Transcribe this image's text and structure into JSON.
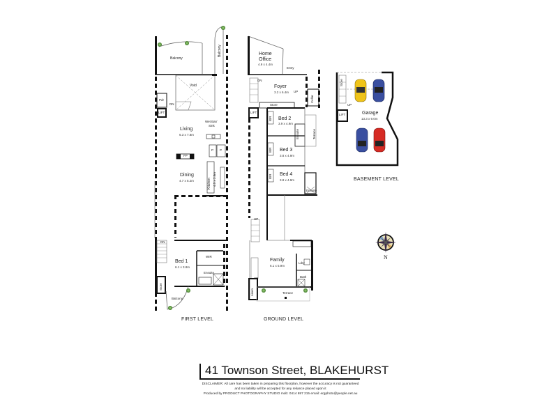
{
  "property": {
    "address": "41 Townson Street, BLAKEHURST",
    "disclaimer_line1": "DISCLAIMER: All care has been taken in preparing this floorplan, however the accuracy is not guaranteed",
    "disclaimer_line2": "and no liability will be accepted for any reliance placed upon it",
    "credit": "Produced by PRODUCT PHOTOGRAPHY STUDIO mob: 0414 697 215 email: ergphoto@people.net.au"
  },
  "levels": {
    "first": {
      "label": "FIRST LEVEL",
      "rooms": {
        "balcony_top": "Balcony",
        "balcony_side": "Balcony",
        "void": "Void",
        "pdr": "Pdr",
        "lift": "LIFT",
        "dn_top": "DN",
        "living": "Living",
        "living_dim": "6.3 x 7.8m",
        "wet_bar": "Wet Bar/",
        "wet_bar2": "Sink",
        "fp": "FP",
        "p1": "P",
        "p2": "P",
        "dining": "Dining",
        "dining_dim": "4.7 x 5.2m",
        "kitchen": "Kitchen",
        "kitchen_dim": "4.5 x 2.8m",
        "dn_bottom": "DN",
        "bed1": "Bed 1",
        "bed1_dim": "6.1 x 3.8m",
        "wir": "WIR",
        "ensuite": "Ensuite",
        "store": "Store",
        "balcony_bottom": "Balcony"
      }
    },
    "ground": {
      "label": "GROUND LEVEL",
      "rooms": {
        "home_office": "Home",
        "home_office2": "Office",
        "home_office_dim": "4.9 x 4.4m",
        "entry": "Entry",
        "foyer": "Foyer",
        "foyer_dim": "3.2 x 6.4m",
        "dn": "DN",
        "up": "UP",
        "cellar": "Cellar",
        "store": "Store",
        "lift": "LIFT",
        "bed2": "Bed 2",
        "bed2_dim": "3.9 x 4.9m",
        "bir2": "BIR",
        "ensuite2": "Ensuite",
        "terrace_side": "Terrace",
        "bed3": "Bed 3",
        "bed3_dim": "3.8 x 4.9m",
        "bir3": "BIR",
        "bed4": "Bed 4",
        "bed4_dim": "3.8 x 4.9m",
        "bir4": "BIR",
        "ensuite4": "Ensuite",
        "up_stair": "UP",
        "family": "Family",
        "family_dim": "6.1 x 5.9m",
        "ldry": "Ldry",
        "bath": "Bath",
        "up_lower": "UP",
        "linen": "Linen",
        "terrace": "Terrace"
      }
    },
    "basement": {
      "label": "BASEMENT LEVEL",
      "rooms": {
        "store": "Store",
        "up": "UP",
        "lift": "LIFT",
        "garage": "Garage",
        "garage_dim": "13.3 x 9.0m"
      },
      "cars": [
        {
          "color": "#f0c419"
        },
        {
          "color": "#3a4fa0"
        },
        {
          "color": "#3a4fa0"
        },
        {
          "color": "#d62b24"
        }
      ]
    }
  },
  "compass": {
    "north_label": "N"
  },
  "colors": {
    "wall": "#111111",
    "thin_wall": "#888888",
    "plant": "#6aa84f"
  }
}
